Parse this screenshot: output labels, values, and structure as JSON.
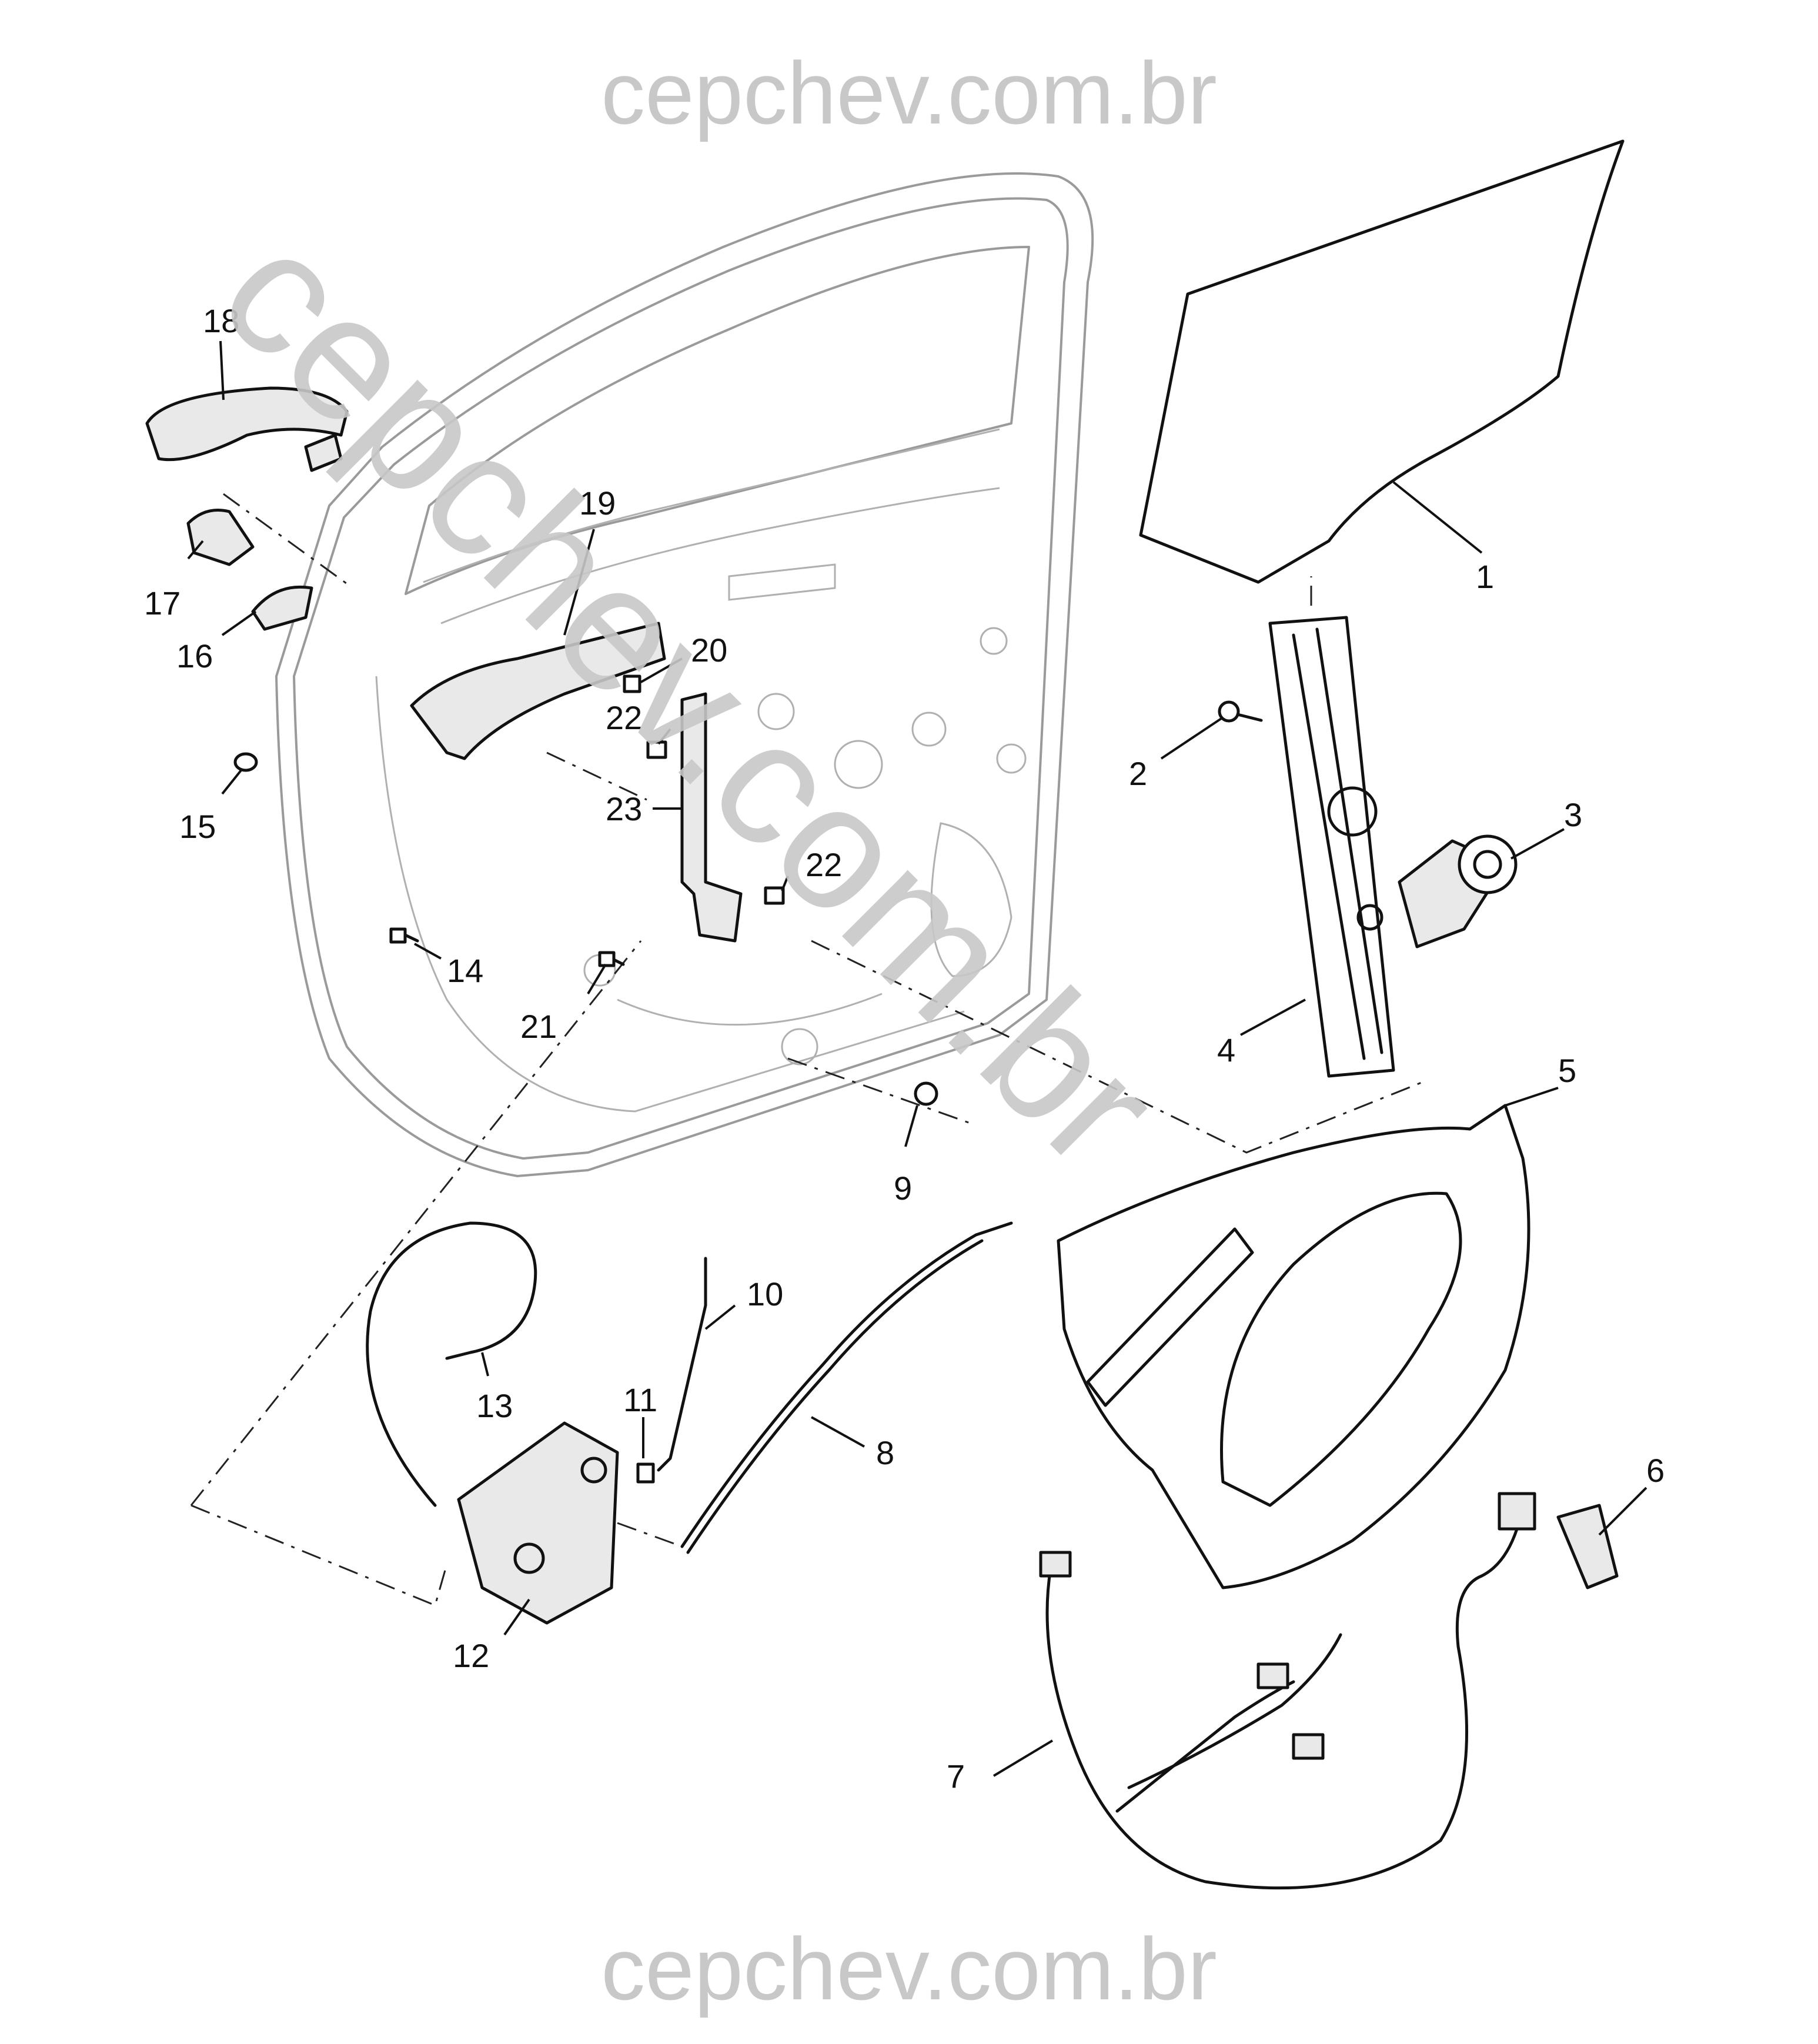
{
  "watermark": {
    "top": "cepchev.com.br",
    "bottom": "cepchev.com.br",
    "diagonal": "cepchev.com.br"
  },
  "callouts": [
    {
      "id": "1",
      "text": "1"
    },
    {
      "id": "2",
      "text": "2"
    },
    {
      "id": "3",
      "text": "3"
    },
    {
      "id": "4",
      "text": "4"
    },
    {
      "id": "5",
      "text": "5"
    },
    {
      "id": "6",
      "text": "6"
    },
    {
      "id": "7",
      "text": "7"
    },
    {
      "id": "8",
      "text": "8"
    },
    {
      "id": "9",
      "text": "9"
    },
    {
      "id": "10",
      "text": "10"
    },
    {
      "id": "11",
      "text": "11"
    },
    {
      "id": "12",
      "text": "12"
    },
    {
      "id": "13",
      "text": "13"
    },
    {
      "id": "14",
      "text": "14"
    },
    {
      "id": "15",
      "text": "15"
    },
    {
      "id": "16",
      "text": "16"
    },
    {
      "id": "17",
      "text": "17"
    },
    {
      "id": "18",
      "text": "18"
    },
    {
      "id": "19",
      "text": "19"
    },
    {
      "id": "20",
      "text": "20"
    },
    {
      "id": "21",
      "text": "21"
    },
    {
      "id": "22a",
      "text": "22"
    },
    {
      "id": "22b",
      "text": "22"
    },
    {
      "id": "23",
      "text": "23"
    }
  ]
}
